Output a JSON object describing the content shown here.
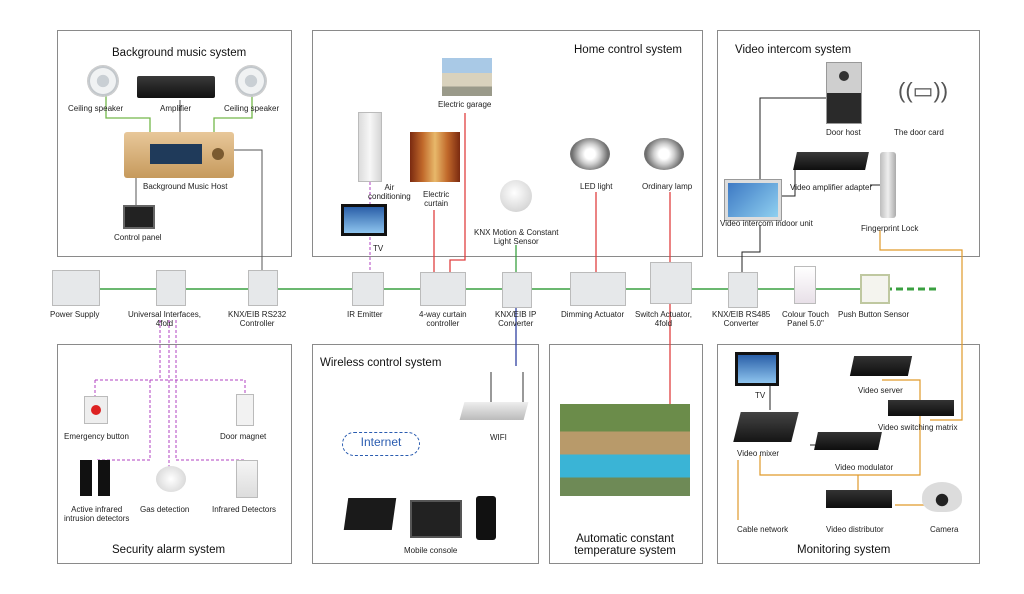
{
  "systems": {
    "music": "Background music system",
    "home": "Home control system",
    "video": "Video intercom system",
    "security": "Security alarm system",
    "wireless": "Wireless control system",
    "temperature": "Automatic constant\ntemperature system",
    "monitoring": "Monitoring system"
  },
  "music": {
    "ceiling_left": "Ceiling speaker",
    "amplifier": "Amplifier",
    "ceiling_right": "Ceiling speaker",
    "host": "Background Music Host",
    "panel": "Control panel"
  },
  "home": {
    "garage": "Electric garage",
    "ac": "Air\nconditioning",
    "curtain": "Electric\ncurtain",
    "tv": "TV",
    "sensor": "KNX Motion & Constant\nLight Sensor",
    "led": "LED light",
    "lamp": "Ordinary lamp"
  },
  "video": {
    "door_host": "Door host",
    "door_card": "The door card",
    "adapter": "Video amplifier adapter",
    "indoor": "Video intercom indoor unit",
    "lock": "Fingerprint Lock"
  },
  "bus": {
    "power": "Power Supply",
    "universal": "Universal Interfaces,\n4fold",
    "rs232": "KNX/EIB RS232\nController",
    "ir": "IR Emitter",
    "curtain_ctrl": "4-way curtain\ncontroller",
    "ip": "KNX/EIB IP\nConverter",
    "dimming": "Dimming Actuator",
    "switch": "Switch Actuator,\n4fold",
    "rs485": "KNX/EIB RS485\nConverter",
    "touch": "Colour Touch\nPanel 5.0\"",
    "push": "Push Button Sensor"
  },
  "security": {
    "emergency": "Emergency button",
    "door_magnet": "Door magnet",
    "infrared": "Active infrared\nintrusion detectors",
    "gas": "Gas detection",
    "ir_detectors": "Infrared Detectors"
  },
  "wireless": {
    "wifi": "WIFI",
    "internet": "Internet",
    "console": "Mobile console"
  },
  "monitoring": {
    "tv": "TV",
    "server": "Video server",
    "matrix": "Video switching matrix",
    "mixer": "Video mixer",
    "modulator": "Video modulator",
    "cable": "Cable network",
    "distributor": "Video distributor",
    "camera": "Camera"
  }
}
